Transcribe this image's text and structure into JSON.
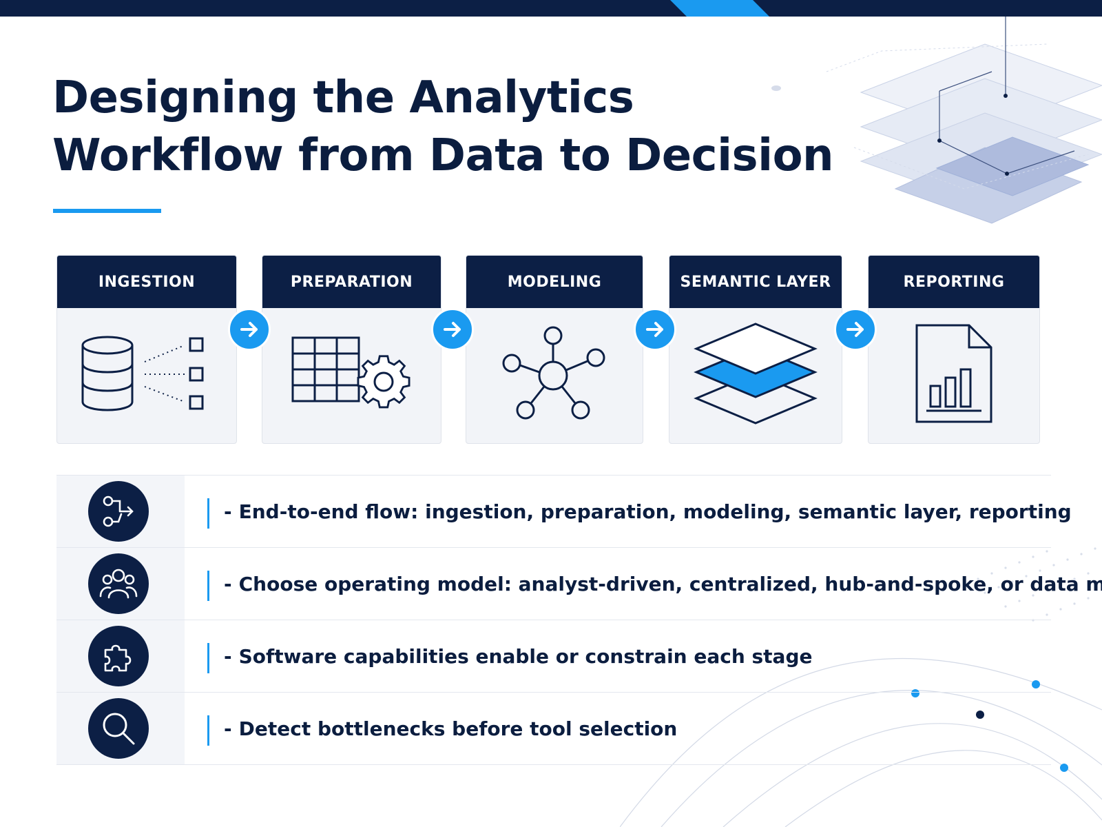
{
  "title": {
    "line1": "Designing the Analytics",
    "line2": "Workflow from Data to Decision"
  },
  "stages": [
    {
      "label": "INGESTION",
      "icon": "database-icon"
    },
    {
      "label": "PREPARATION",
      "icon": "table-gear-icon"
    },
    {
      "label": "MODELING",
      "icon": "network-icon"
    },
    {
      "label": "SEMANTIC LAYER",
      "icon": "layers-icon"
    },
    {
      "label": "REPORTING",
      "icon": "report-chart-icon"
    }
  ],
  "arrow_icon": "arrow-right-icon",
  "points": [
    {
      "dash": "-",
      "text": "End-to-end flow: ingestion, preparation, modeling, semantic layer, reporting",
      "icon": "flow-icon"
    },
    {
      "dash": "-",
      "text": "Choose operating model: analyst-driven, centralized, hub-and-spoke, or data mesh",
      "icon": "people-icon"
    },
    {
      "dash": "-",
      "text": "Software capabilities enable or constrain each stage",
      "icon": "puzzle-icon"
    },
    {
      "dash": "-",
      "text": "Detect bottlenecks before tool selection",
      "icon": "magnifier-icon"
    }
  ],
  "colors": {
    "navy": "#0c1f45",
    "accent": "#1a9af0",
    "panel": "#f2f4f8"
  }
}
